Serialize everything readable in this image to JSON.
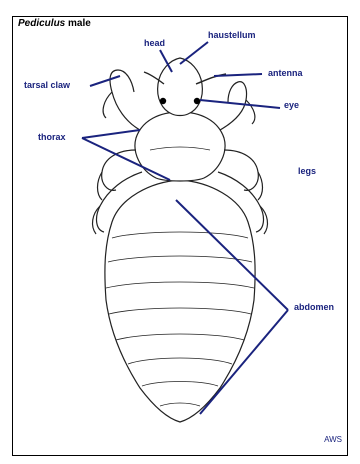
{
  "title": {
    "genus": "Pediculus",
    "sex": "male"
  },
  "labels": {
    "head": "head",
    "haustellum": "haustellum",
    "antenna": "antenna",
    "tarsal_claw": "tarsal claw",
    "eye": "eye",
    "thorax": "thorax",
    "legs": "legs",
    "abdomen": "abdomen"
  },
  "credit": "AWS",
  "colors": {
    "label": "#1a237e",
    "leader": "#1a237e",
    "outline": "#222222"
  }
}
